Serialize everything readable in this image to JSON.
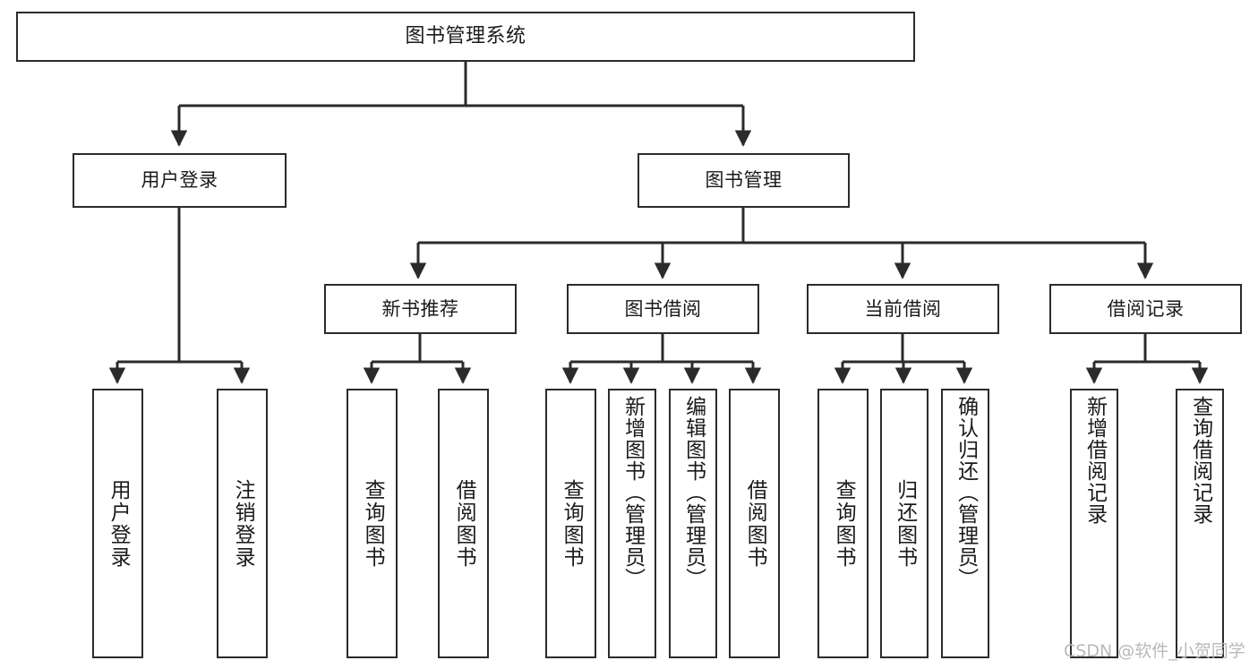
{
  "diagram": {
    "title": "图书管理系统",
    "type": "tree-hierarchy",
    "orientation": "top-down",
    "colors": {
      "background": "#ffffff",
      "stroke": "#2b2b2b",
      "node_fill": "#ffffff",
      "text": "#1a1a1a",
      "watermark": "#b9b9b9"
    }
  },
  "nodes": {
    "root": {
      "label": "图书管理系统"
    },
    "level2": [
      {
        "id": "user-login",
        "label": "用户登录"
      },
      {
        "id": "book-management",
        "label": "图书管理"
      }
    ],
    "level3": [
      {
        "id": "new-book-recommend",
        "label": "新书推荐"
      },
      {
        "id": "book-borrow",
        "label": "图书借阅"
      },
      {
        "id": "current-borrow",
        "label": "当前借阅"
      },
      {
        "id": "borrow-record",
        "label": "借阅记录"
      }
    ],
    "leaves": {
      "user-login": [
        {
          "id": "leaf-user-login",
          "label": "用户登录"
        },
        {
          "id": "leaf-user-logout",
          "label": "注销登录"
        }
      ],
      "new-book-recommend": [
        {
          "id": "leaf-query-book-1",
          "label": "查询图书"
        },
        {
          "id": "leaf-borrow-book-1",
          "label": "借阅图书"
        }
      ],
      "book-borrow": [
        {
          "id": "leaf-query-book-2",
          "label": "查询图书"
        },
        {
          "id": "leaf-add-book",
          "label": "新增图书（管理员）"
        },
        {
          "id": "leaf-edit-book",
          "label": "编辑图书（管理员）"
        },
        {
          "id": "leaf-borrow-book-2",
          "label": "借阅图书"
        }
      ],
      "current-borrow": [
        {
          "id": "leaf-query-book-3",
          "label": "查询图书"
        },
        {
          "id": "leaf-return-book",
          "label": "归还图书"
        },
        {
          "id": "leaf-confirm-return",
          "label": "确认归还（管理员）"
        }
      ],
      "borrow-record": [
        {
          "id": "leaf-add-record",
          "label": "新增借阅记录"
        },
        {
          "id": "leaf-query-record",
          "label": "查询借阅记录"
        }
      ]
    }
  },
  "watermark": {
    "text": "CSDN @软件_小贺同学"
  }
}
